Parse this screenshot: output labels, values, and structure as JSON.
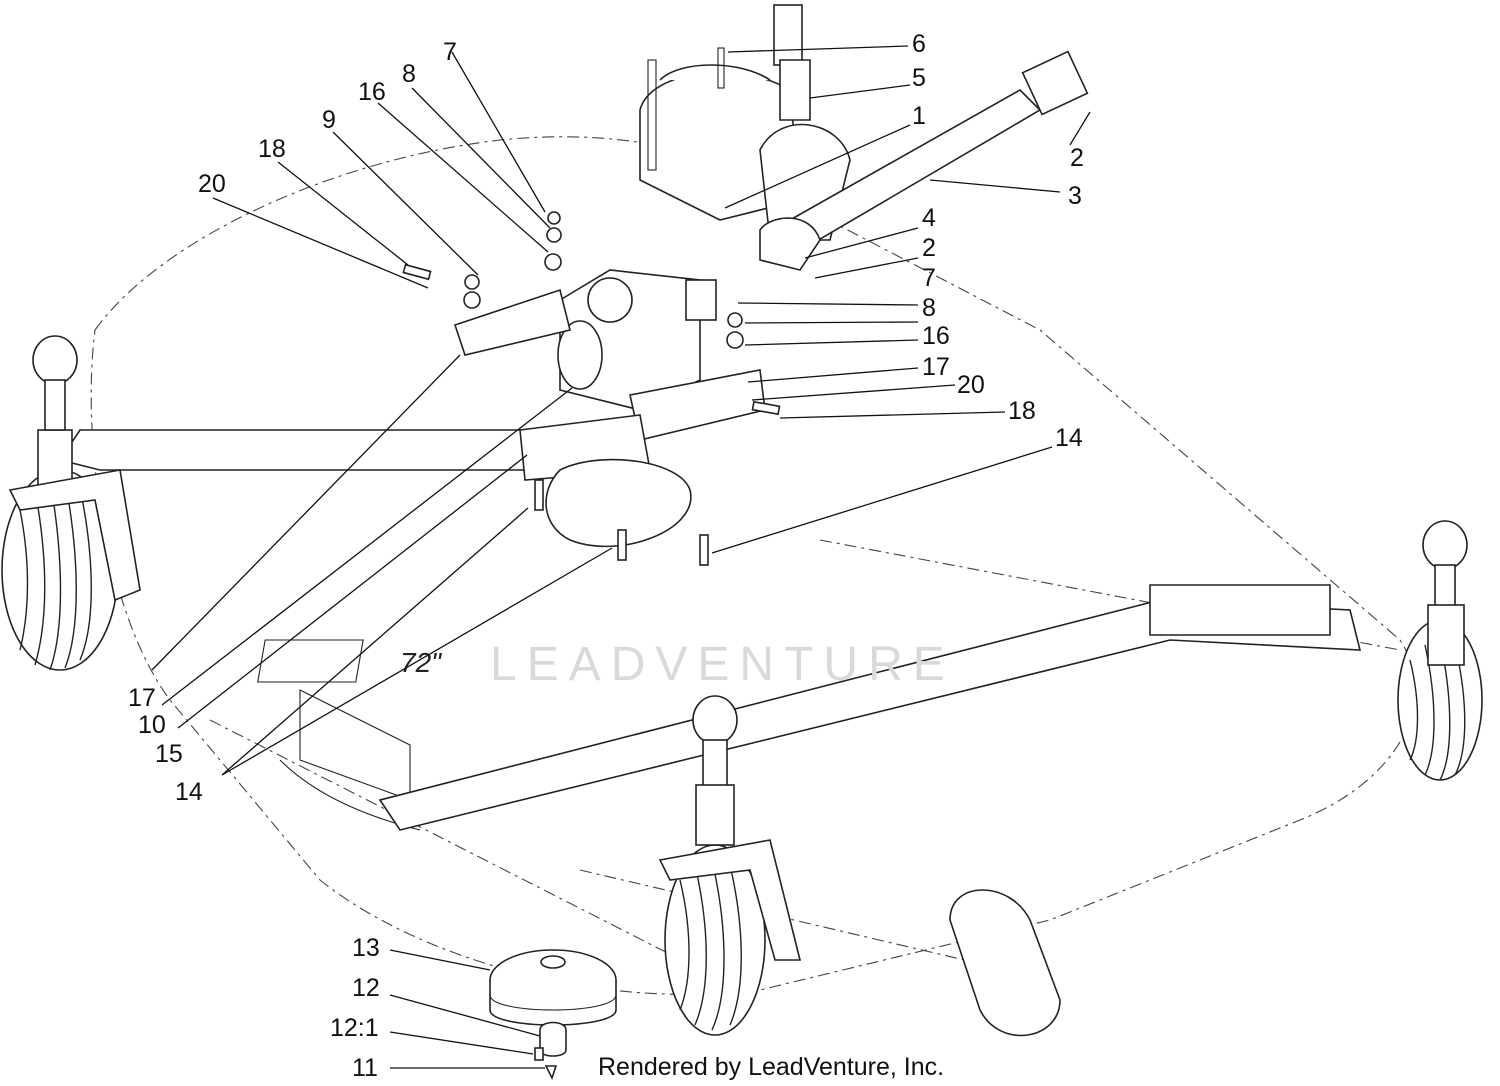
{
  "watermark": "LEADVENTURE",
  "credit": "Rendered by LeadVenture, Inc.",
  "deck_decal": "72\"",
  "callouts": {
    "c1": "1",
    "c2a": "2",
    "c3": "3",
    "c4": "4",
    "c2b": "2",
    "c5": "5",
    "c6": "6",
    "c7a": "7",
    "c8a": "8",
    "c16a": "16",
    "c9": "9",
    "c18a": "18",
    "c20a": "20",
    "c7b": "7",
    "c8b": "8",
    "c16b": "16",
    "c17b": "17",
    "c20b": "20",
    "c18b": "18",
    "c14a": "14",
    "c17a": "17",
    "c10": "10",
    "c15": "15",
    "c14b": "14",
    "c13": "13",
    "c12": "12",
    "c12_1": "12:1",
    "c11": "11"
  }
}
